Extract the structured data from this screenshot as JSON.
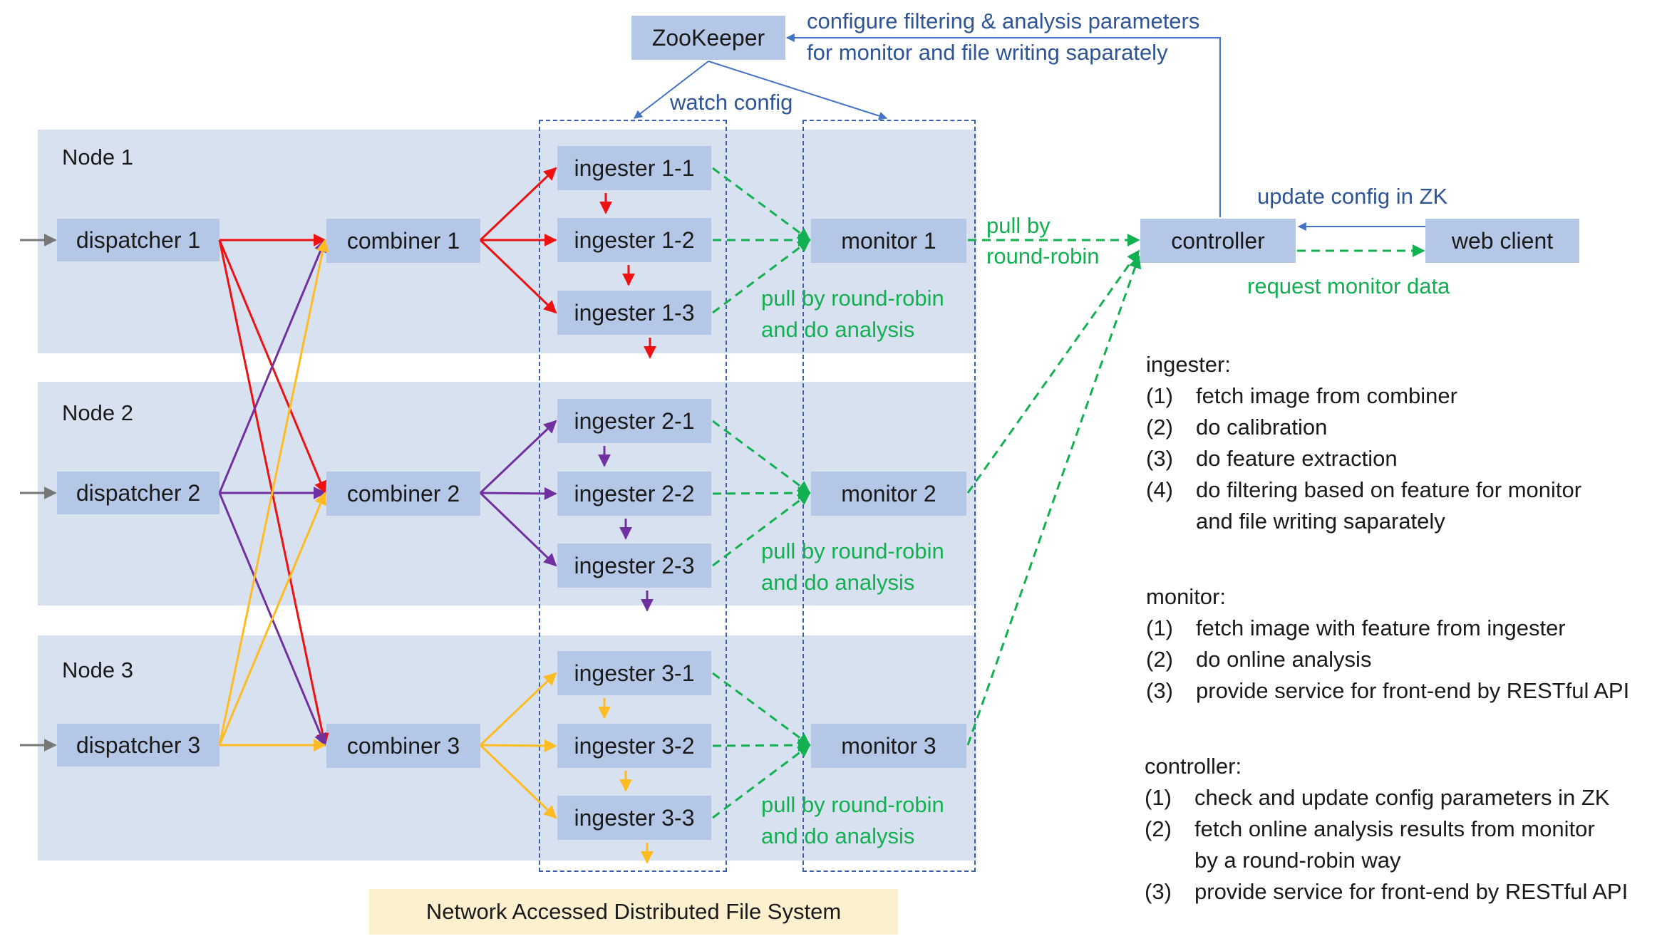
{
  "nodes": [
    "Node 1",
    "Node 2",
    "Node 3"
  ],
  "dispatchers": [
    "dispatcher 1",
    "dispatcher 2",
    "dispatcher 3"
  ],
  "combiners": [
    "combiner 1",
    "combiner 2",
    "combiner 3"
  ],
  "ingesters": [
    [
      "ingester 1-1",
      "ingester 1-2",
      "ingester 1-3"
    ],
    [
      "ingester 2-1",
      "ingester 2-2",
      "ingester 2-3"
    ],
    [
      "ingester 3-1",
      "ingester 3-2",
      "ingester 3-3"
    ]
  ],
  "monitors": [
    "monitor 1",
    "monitor 2",
    "monitor 3"
  ],
  "zookeeper": "ZooKeeper",
  "controller": "controller",
  "web_client": "web client",
  "labels": {
    "configure_line1": "configure filtering & analysis parameters",
    "configure_line2": "for monitor and file writing saparately",
    "watch_config": "watch config",
    "update_config": "update config in ZK",
    "request_monitor": "request monitor data",
    "pull_rr_line1": "pull by",
    "pull_rr_line2": "round-robin",
    "pull_analysis_line1": "pull by round-robin",
    "pull_analysis_line2": "and do analysis"
  },
  "dfs": "Network Accessed Distributed File System",
  "legend": {
    "ingester": {
      "title": "ingester:",
      "items": [
        [
          "(1)",
          "fetch image from combiner"
        ],
        [
          "(2)",
          "do calibration"
        ],
        [
          "(3)",
          "do feature extraction"
        ],
        [
          "(4)",
          "do filtering based on feature for monitor"
        ],
        [
          "",
          "and file writing saparately"
        ]
      ]
    },
    "monitor": {
      "title": "monitor:",
      "items": [
        [
          "(1)",
          "fetch image with feature from ingester"
        ],
        [
          "(2)",
          "do online analysis"
        ],
        [
          "(3)",
          "provide service for front-end by RESTful API"
        ]
      ]
    },
    "controller": {
      "title": "controller:",
      "items": [
        [
          "(1)",
          "check and update config parameters in ZK"
        ],
        [
          "(2)",
          "fetch online analysis results from monitor"
        ],
        [
          "",
          "by a round-robin way"
        ],
        [
          "(3)",
          "provide service for front-end by RESTful API"
        ]
      ]
    }
  },
  "colors": {
    "dispatcher_1": "#ee1111",
    "dispatcher_2": "#7030a0",
    "dispatcher_3": "#ffbb22",
    "pull": "#12b050",
    "config": "#4472c4",
    "input": "#777777"
  }
}
